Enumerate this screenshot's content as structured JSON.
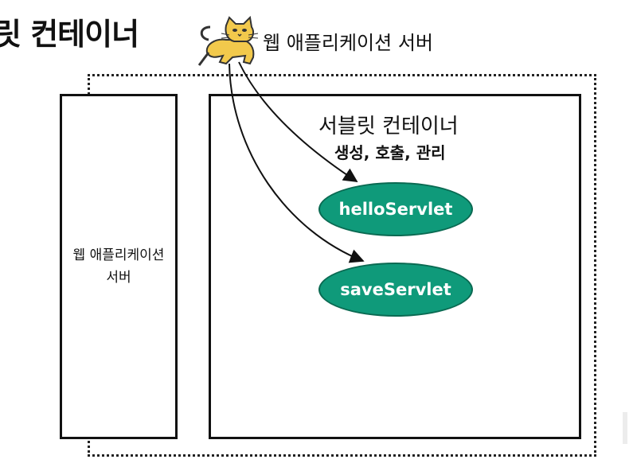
{
  "heading": "릿 컨테이너",
  "was_label_top": "웹 애플리케이션 서버",
  "left_box_label": "웹 애플리케이션 서버",
  "container": {
    "title": "서블릿 컨테이너",
    "subtitle": "생성, 호출, 관리"
  },
  "servlets": [
    "helloServlet",
    "saveServlet"
  ],
  "colors": {
    "servlet_fill": "#0f9a7a",
    "tomcat_body": "#f2c94c"
  },
  "icons": [
    "tomcat-logo-icon"
  ]
}
